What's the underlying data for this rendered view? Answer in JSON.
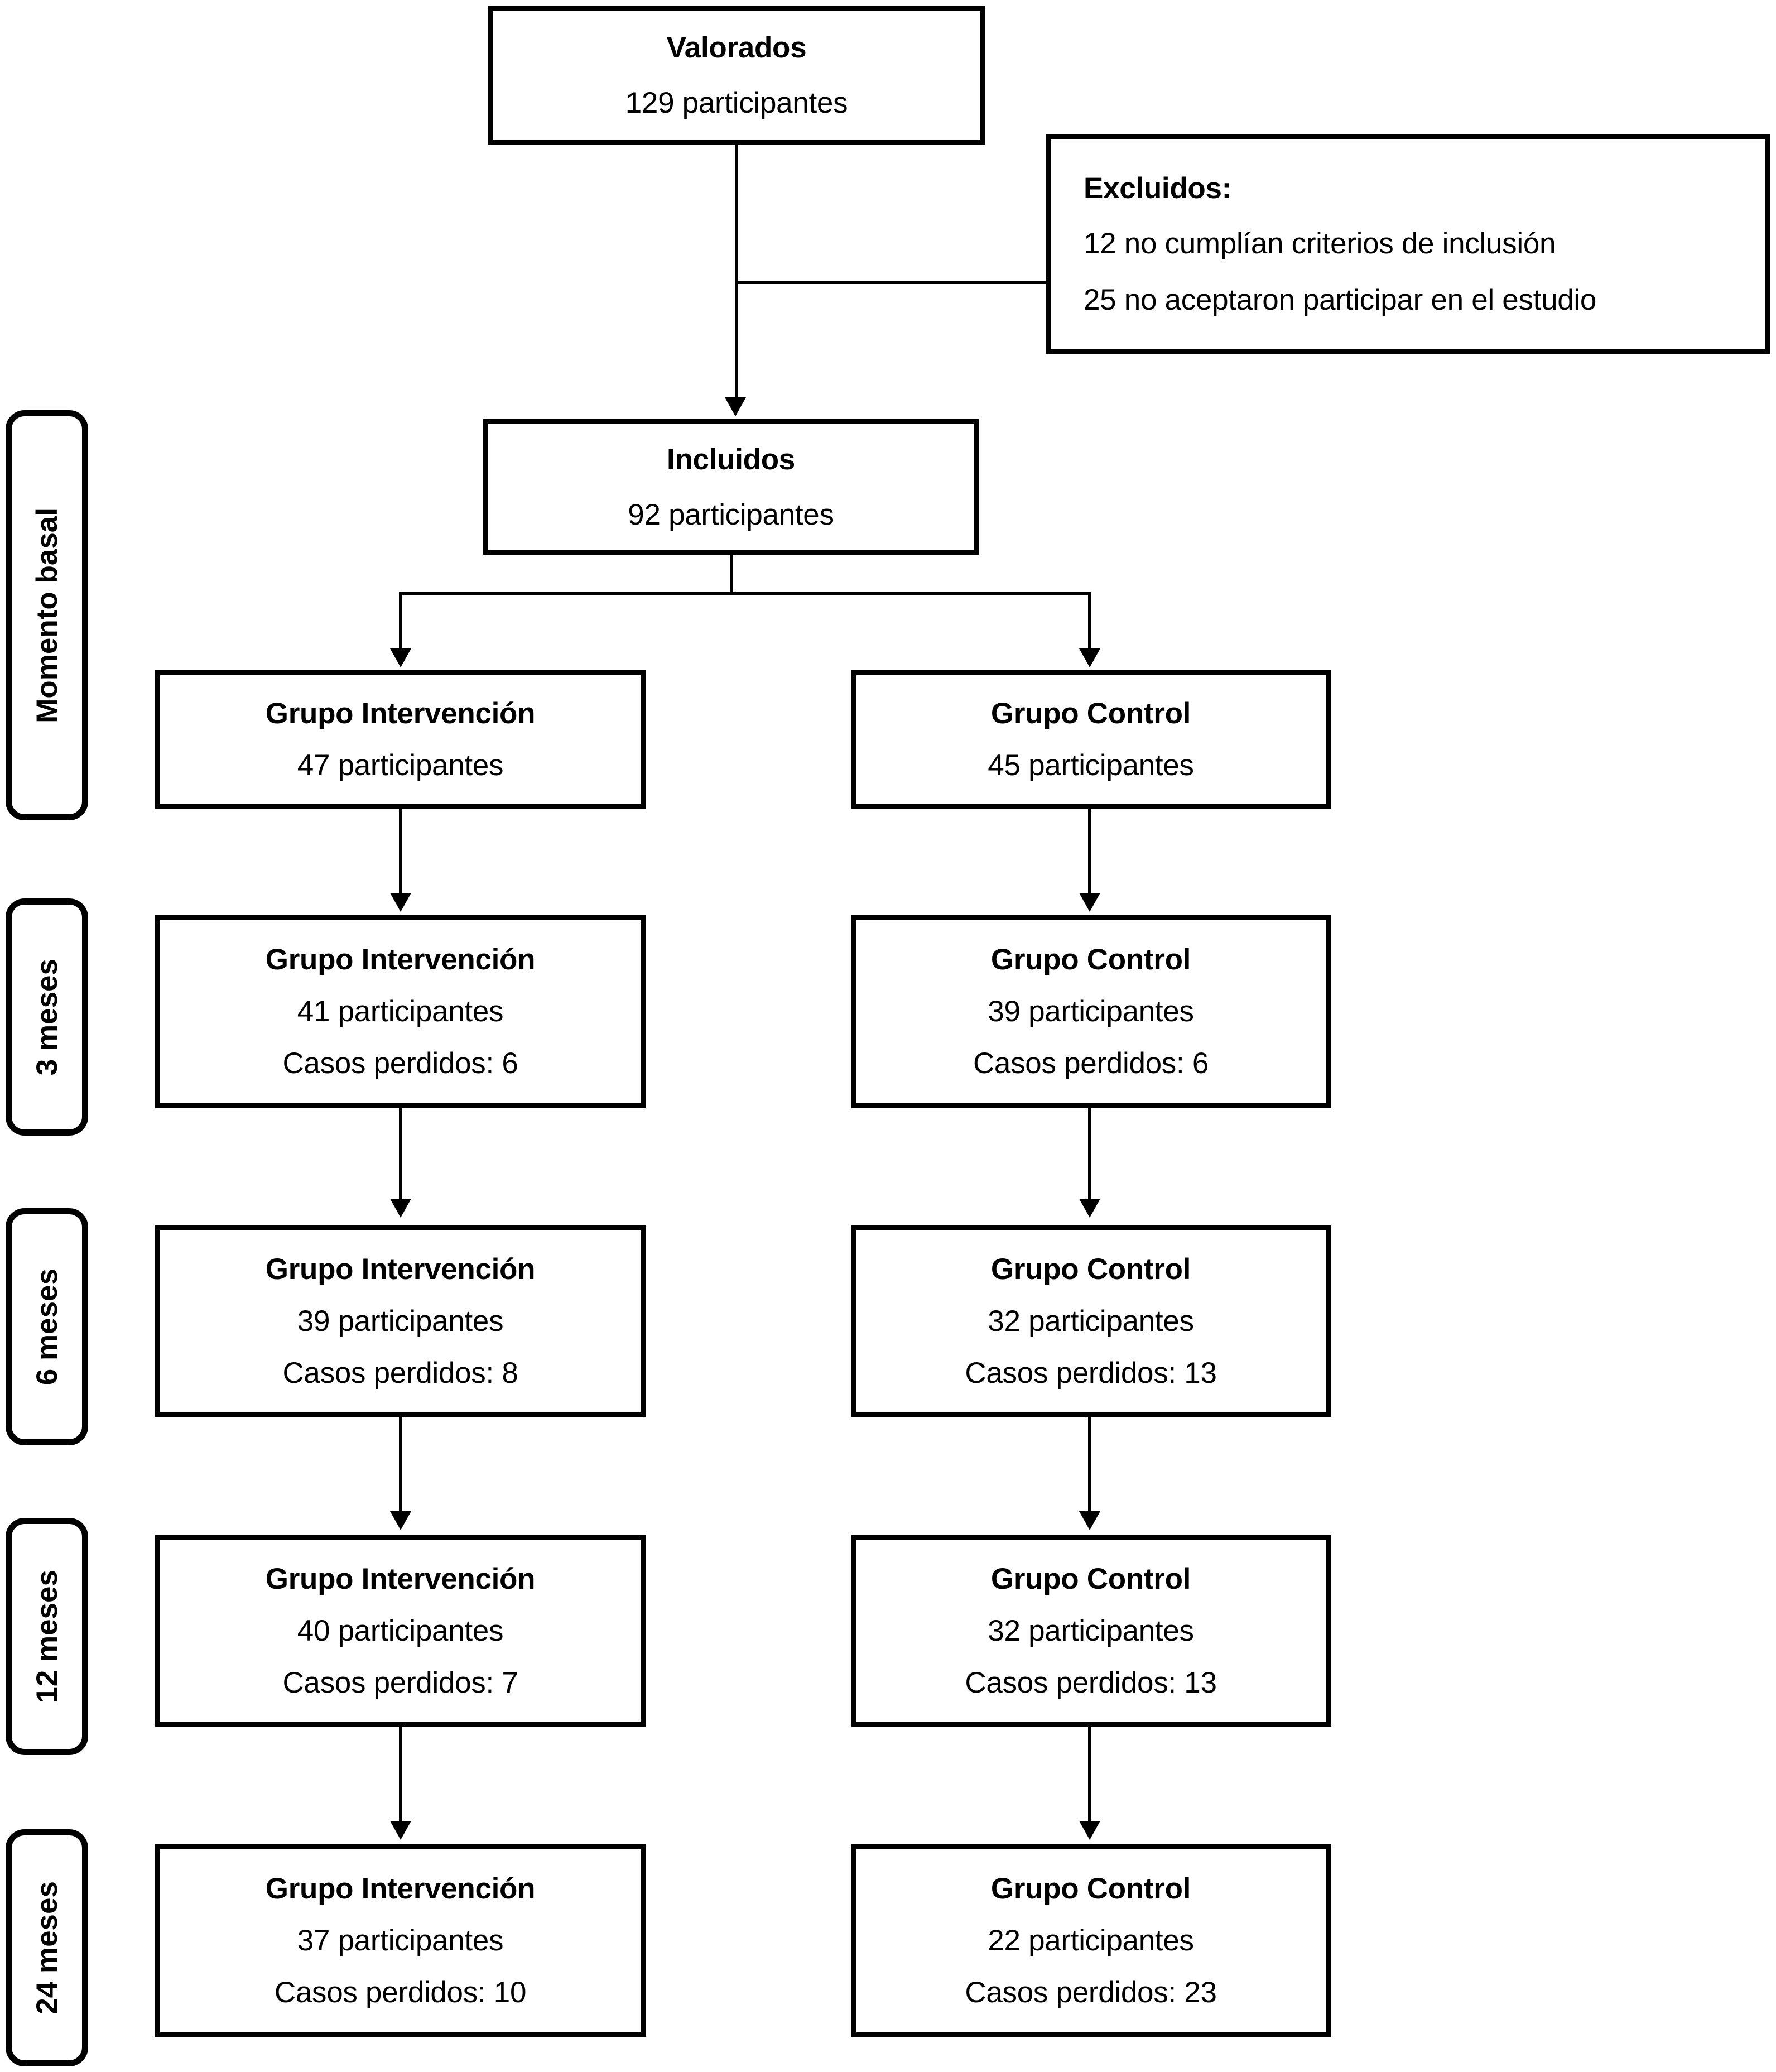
{
  "diagram": {
    "type": "participant-flow-chart",
    "language": "es",
    "ink_color": "#000000",
    "background_color": "#ffffff"
  },
  "nodes": {
    "assessed": {
      "title": "Valorados",
      "line1": "129 participantes"
    },
    "excluded": {
      "title": "Excluidos:",
      "line1": "12 no cumplían criterios de inclusión",
      "line2": "25 no aceptaron participar en el estudio"
    },
    "included": {
      "title": "Incluidos",
      "line1": "92 participantes"
    }
  },
  "periods": [
    {
      "label": "Momento basal"
    },
    {
      "label": "3 meses"
    },
    {
      "label": "6 meses"
    },
    {
      "label": "12 meses"
    },
    {
      "label": "24 meses"
    }
  ],
  "arms": {
    "intervention": {
      "baseline": {
        "title": "Grupo Intervención",
        "participants": "47 participantes"
      },
      "month3": {
        "title": "Grupo Intervención",
        "participants": "41 participantes",
        "lost": "Casos perdidos: 6"
      },
      "month6": {
        "title": "Grupo Intervención",
        "participants": "39 participantes",
        "lost": "Casos perdidos: 8"
      },
      "month12": {
        "title": "Grupo Intervención",
        "participants": "40 participantes",
        "lost": "Casos perdidos: 7"
      },
      "month24": {
        "title": "Grupo Intervención",
        "participants": "37 participantes",
        "lost": "Casos perdidos: 10"
      }
    },
    "control": {
      "baseline": {
        "title": "Grupo Control",
        "participants": "45 participantes"
      },
      "month3": {
        "title": "Grupo Control",
        "participants": "39 participantes",
        "lost": "Casos perdidos: 6"
      },
      "month6": {
        "title": "Grupo Control",
        "participants": "32 participantes",
        "lost": "Casos perdidos: 13"
      },
      "month12": {
        "title": "Grupo Control",
        "participants": "32 participantes",
        "lost": "Casos perdidos: 13"
      },
      "month24": {
        "title": "Grupo Control",
        "participants": "22 participantes",
        "lost": "Casos perdidos: 23"
      }
    }
  }
}
